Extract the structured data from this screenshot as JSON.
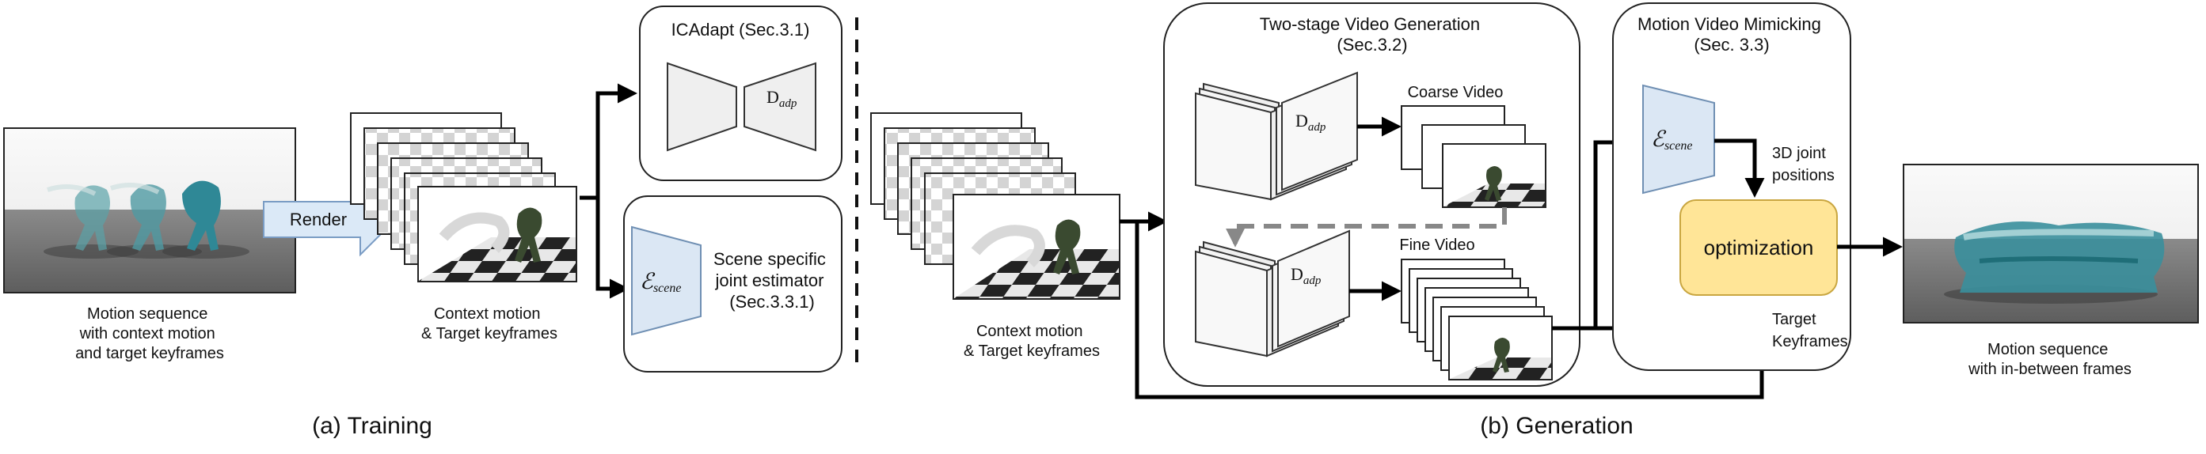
{
  "training": {
    "input_caption": [
      "Motion sequence",
      "with context motion",
      "and target keyframes"
    ],
    "render_label": "Render",
    "context_caption": [
      "Context motion",
      "& Target keyframes"
    ],
    "icadapt_title": "ICAdapt (Sec.3.1)",
    "d_main": "D",
    "d_sub": "adp",
    "estimator_e": "ℰ",
    "estimator_sub": "scene",
    "estimator_caption": [
      "Scene specific",
      "joint estimator",
      "(Sec.3.3.1)"
    ],
    "section_label": "(a)  Training"
  },
  "generation": {
    "context_caption": [
      "Context motion",
      "& Target keyframes"
    ],
    "two_stage_title": [
      "Two-stage Video Generation",
      "(Sec.3.2)"
    ],
    "coarse_label": "Coarse Video",
    "fine_label": "Fine Video",
    "d_main": "D",
    "d_sub": "adp",
    "mimic_title": [
      "Motion Video Mimicking",
      "(Sec. 3.3)"
    ],
    "estimator_e": "ℰ",
    "estimator_sub": "scene",
    "joint_label": [
      "3D joint",
      "positions"
    ],
    "optimization_label": "optimization",
    "target_label": [
      "Target",
      "Keyframes"
    ],
    "output_caption": [
      "Motion sequence",
      "with in-between frames"
    ],
    "section_label": "(b)  Generation"
  },
  "colors": {
    "encoder_fill": "#dbe7f4",
    "encoder_stroke": "#6f8fb3",
    "render_fill": "#dbe9f7",
    "render_stroke": "#7a9cc4",
    "optimization_fill": "#ffe597",
    "optimization_stroke": "#c9a640",
    "decoder_fill": "#efefef",
    "arrow": "#000000",
    "dashed": "#888888"
  }
}
